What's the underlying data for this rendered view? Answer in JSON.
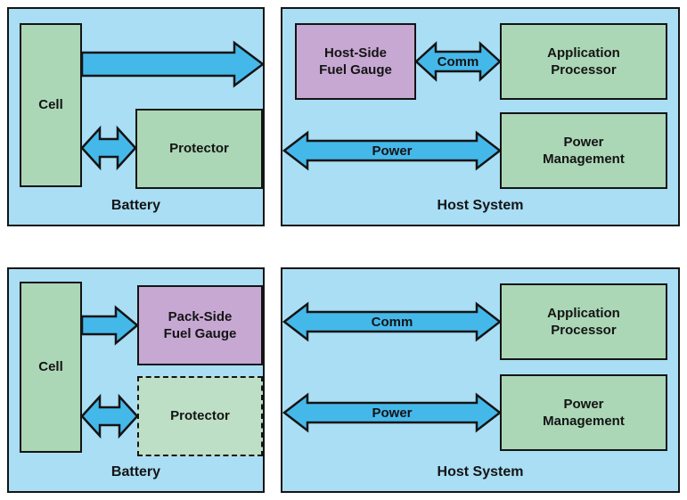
{
  "colors": {
    "panel_bg": "#a9def5",
    "box_green": "#abd7b6",
    "box_green_dashed": "#bcdfc5",
    "box_purple": "#c6a8d3",
    "arrow_blue": "#45b8ea",
    "line": "#141414"
  },
  "diagrams": {
    "host_side": {
      "battery": {
        "title": "Battery",
        "cell": "Cell",
        "protector": "Protector"
      },
      "host": {
        "title": "Host System",
        "fuel_gauge": "Host-Side\nFuel Gauge",
        "app_processor": "Application\nProcessor",
        "power_management": "Power\nManagement",
        "comm": "Comm",
        "power": "Power"
      }
    },
    "pack_side": {
      "battery": {
        "title": "Battery",
        "cell": "Cell",
        "fuel_gauge": "Pack-Side\nFuel Gauge",
        "protector": "Protector"
      },
      "host": {
        "title": "Host System",
        "app_processor": "Application\nProcessor",
        "power_management": "Power\nManagement",
        "comm": "Comm",
        "power": "Power"
      }
    }
  }
}
